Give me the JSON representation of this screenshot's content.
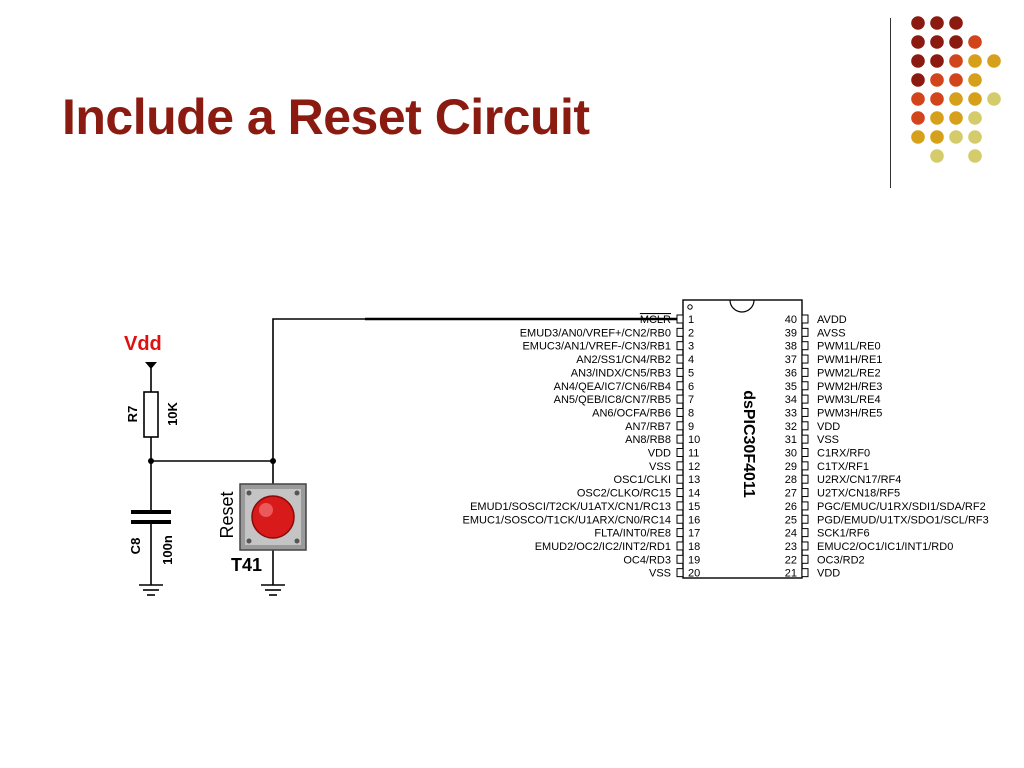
{
  "slide": {
    "title": "Include a Reset Circuit"
  },
  "colors": {
    "title": "#8b1a10",
    "vdd_label": "#e01010",
    "button": "#d81a1a",
    "dots": [
      "#8b1a10",
      "#d2451b",
      "#d6a01a",
      "#d4cc6a"
    ]
  },
  "circuit": {
    "vdd_label": "Vdd",
    "resistor": {
      "ref": "R7",
      "value": "10K"
    },
    "capacitor": {
      "ref": "C8",
      "value": "100n"
    },
    "button": {
      "label": "Reset",
      "ref": "T41"
    },
    "chip": {
      "name": "dsPIC30F4011",
      "left_pins": [
        {
          "num": "1",
          "name": "MCLR"
        },
        {
          "num": "2",
          "name": "EMUD3/AN0/VREF+/CN2/RB0"
        },
        {
          "num": "3",
          "name": "EMUC3/AN1/VREF-/CN3/RB1"
        },
        {
          "num": "4",
          "name": "AN2/SS1/CN4/RB2"
        },
        {
          "num": "5",
          "name": "AN3/INDX/CN5/RB3"
        },
        {
          "num": "6",
          "name": "AN4/QEA/IC7/CN6/RB4"
        },
        {
          "num": "7",
          "name": "AN5/QEB/IC8/CN7/RB5"
        },
        {
          "num": "8",
          "name": "AN6/OCFA/RB6"
        },
        {
          "num": "9",
          "name": "AN7/RB7"
        },
        {
          "num": "10",
          "name": "AN8/RB8"
        },
        {
          "num": "11",
          "name": "VDD"
        },
        {
          "num": "12",
          "name": "VSS"
        },
        {
          "num": "13",
          "name": "OSC1/CLKI"
        },
        {
          "num": "14",
          "name": "OSC2/CLKO/RC15"
        },
        {
          "num": "15",
          "name": "EMUD1/SOSCI/T2CK/U1ATX/CN1/RC13"
        },
        {
          "num": "16",
          "name": "EMUC1/SOSCO/T1CK/U1ARX/CN0/RC14"
        },
        {
          "num": "17",
          "name": "FLTA/INT0/RE8"
        },
        {
          "num": "18",
          "name": "EMUD2/OC2/IC2/INT2/RD1"
        },
        {
          "num": "19",
          "name": "OC4/RD3"
        },
        {
          "num": "20",
          "name": "VSS"
        }
      ],
      "right_pins": [
        {
          "num": "40",
          "name": "AVDD"
        },
        {
          "num": "39",
          "name": "AVSS"
        },
        {
          "num": "38",
          "name": "PWM1L/RE0"
        },
        {
          "num": "37",
          "name": "PWM1H/RE1"
        },
        {
          "num": "36",
          "name": "PWM2L/RE2"
        },
        {
          "num": "35",
          "name": "PWM2H/RE3"
        },
        {
          "num": "34",
          "name": "PWM3L/RE4"
        },
        {
          "num": "33",
          "name": "PWM3H/RE5"
        },
        {
          "num": "32",
          "name": "VDD"
        },
        {
          "num": "31",
          "name": "VSS"
        },
        {
          "num": "30",
          "name": "C1RX/RF0"
        },
        {
          "num": "29",
          "name": "C1TX/RF1"
        },
        {
          "num": "28",
          "name": "U2RX/CN17/RF4"
        },
        {
          "num": "27",
          "name": "U2TX/CN18/RF5"
        },
        {
          "num": "26",
          "name": "PGC/EMUC/U1RX/SDI1/SDA/RF2"
        },
        {
          "num": "25",
          "name": "PGD/EMUD/U1TX/SDO1/SCL/RF3"
        },
        {
          "num": "24",
          "name": "SCK1/RF6"
        },
        {
          "num": "23",
          "name": "EMUC2/OC1/IC1/INT1/RD0"
        },
        {
          "num": "22",
          "name": "OC3/RD2"
        },
        {
          "num": "21",
          "name": "VDD"
        }
      ]
    }
  }
}
